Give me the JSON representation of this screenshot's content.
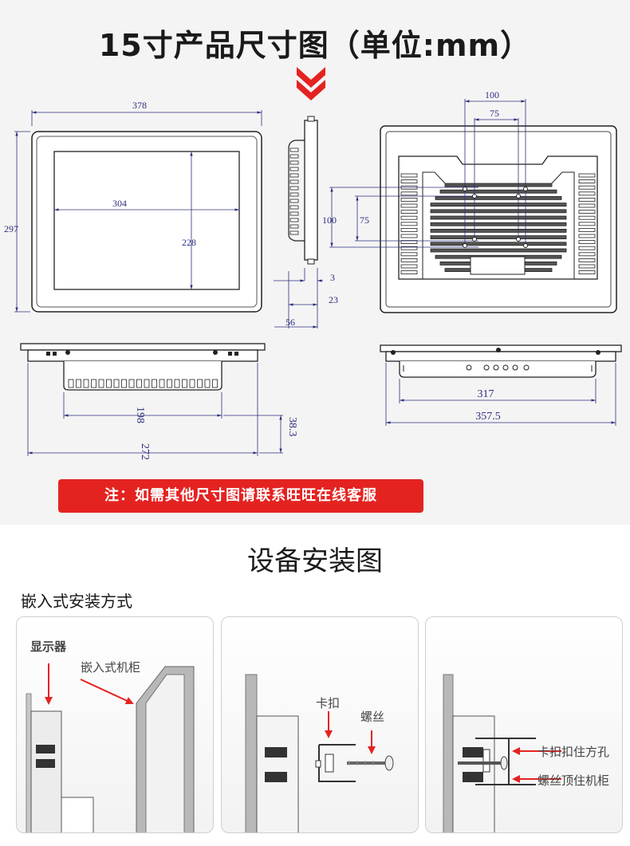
{
  "header": {
    "title": "15寸产品尺寸图（单位:mm）"
  },
  "front_view": {
    "outer_width": "378",
    "outer_height": "297",
    "screen_width": "304",
    "screen_height": "228"
  },
  "side_view": {
    "d1": "3",
    "d2": "23",
    "d3": "56"
  },
  "back_view": {
    "vesa_outer_h": "100",
    "vesa_inner_h": "75",
    "vesa_outer_v": "100",
    "vesa_inner_v": "75"
  },
  "bottom_view_left": {
    "inner_width": "198",
    "outer_width": "272",
    "depth": "38.3"
  },
  "bottom_view_right": {
    "inner_width": "317",
    "outer_width": "357.5"
  },
  "note": "注：如需其他尺寸图请联系旺旺在线客服",
  "install": {
    "title": "设备安装图",
    "method": "嵌入式安装方式",
    "panel1": {
      "display_label": "显示器",
      "cabinet_label": "嵌入式机柜"
    },
    "panel2": {
      "clip_label": "卡扣",
      "screw_label": "螺丝"
    },
    "panel3": {
      "clip_hole_label": "卡扣扣住方孔",
      "screw_cabinet_label": "螺丝顶住机柜"
    }
  },
  "colors": {
    "note_bg": "#e42321",
    "arrow_red": "#e42321",
    "dimension_line": "#2f2f7f"
  }
}
